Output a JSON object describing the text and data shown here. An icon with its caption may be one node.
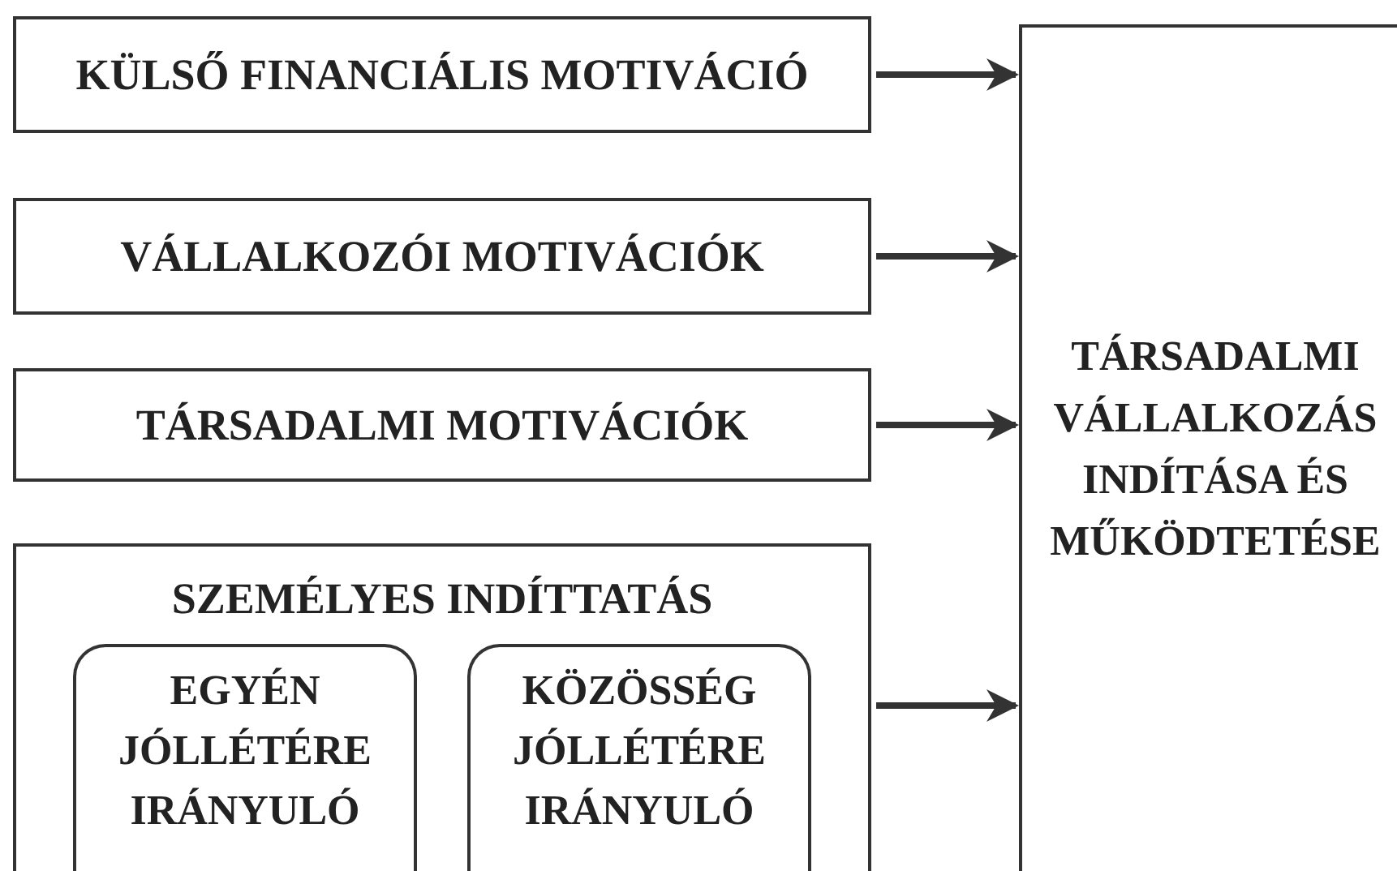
{
  "diagram": {
    "nodes": [
      {
        "text": [
          "KÜLSŐ FINANCIÁLIS MOTIVÁCIÓ"
        ]
      },
      {
        "text": [
          "VÁLLALKOZÓI MOTIVÁCIÓK"
        ]
      },
      {
        "text": [
          "TÁRSADALMI MOTIVÁCIÓK"
        ]
      },
      {
        "text": [
          "SZEMÉLYES INDÍTTATÁS"
        ]
      },
      {
        "text": [
          "EGYÉN JÓLLÉTÉRE IRÁNYULÓ"
        ],
        "in": 3
      },
      {
        "text": [
          "KÖZÖSSÉG JÓLLÉTÉRE IRÁNYULÓ"
        ],
        "in": 3
      },
      {
        "text": [
          "TÁRSADALMI VÁLLALKOZÁS INDÍTÁSA ÉS MŰKÖDTETÉSE"
        ]
      }
    ],
    "edges": [
      {
        "from": 0,
        "to": 6,
        "arrow": "to"
      },
      {
        "from": 1,
        "to": 6,
        "arrow": "to"
      },
      {
        "from": 2,
        "to": 6,
        "arrow": "to"
      },
      {
        "from": 3,
        "to": 6,
        "arrow": "to"
      }
    ]
  }
}
